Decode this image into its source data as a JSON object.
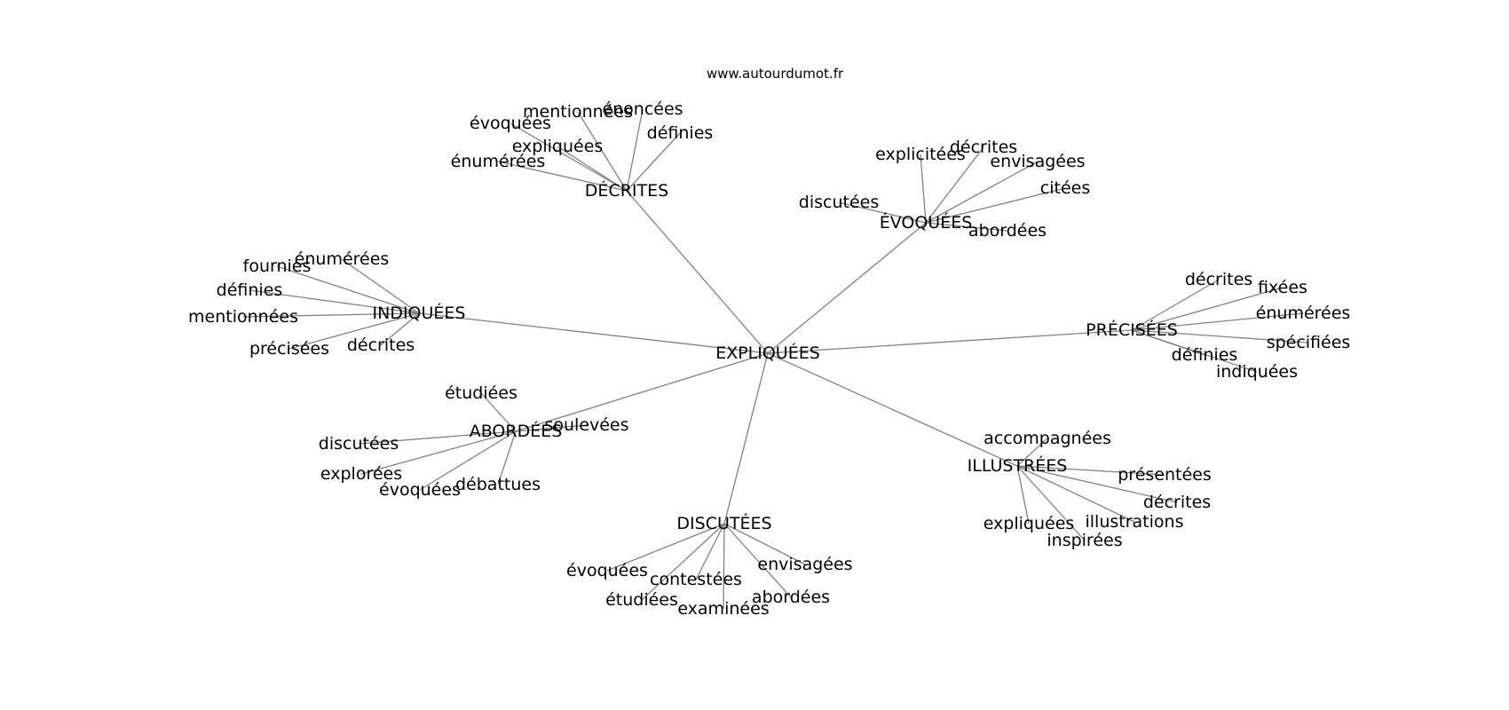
{
  "site": "www.autourdumot.fr",
  "edge_color": "#808080",
  "center": "EXPLIQUÉES",
  "groups": [
    {
      "hub": "DÉCRITES",
      "leaves": [
        "énoncées",
        "mentionnées",
        "évoquées",
        "définies",
        "expliquées",
        "énumérées"
      ]
    },
    {
      "hub": "ÉVOQUÉES",
      "leaves": [
        "décrites",
        "explicitées",
        "envisagées",
        "citées",
        "discutées",
        "abordées"
      ]
    },
    {
      "hub": "INDIQUÉES",
      "leaves": [
        "énumérées",
        "fournies",
        "définies",
        "mentionnées",
        "précisées",
        "décrites"
      ]
    },
    {
      "hub": "PRÉCISÉES",
      "leaves": [
        "décrites",
        "fixées",
        "énumérées",
        "spécifiées",
        "définies",
        "indiquées"
      ]
    },
    {
      "hub": "ABORDÉES",
      "leaves": [
        "étudiées",
        "soulevées",
        "discutées",
        "explorées",
        "évoquées",
        "débattues"
      ]
    },
    {
      "hub": "ILLUSTRÉES",
      "leaves": [
        "accompagnées",
        "présentées",
        "décrites",
        "illustrations",
        "expliquées",
        "inspirées"
      ]
    },
    {
      "hub": "DISCUTÉES",
      "leaves": [
        "envisagées",
        "évoquées",
        "contestées",
        "abordées",
        "étudiées",
        "examinées"
      ]
    }
  ]
}
